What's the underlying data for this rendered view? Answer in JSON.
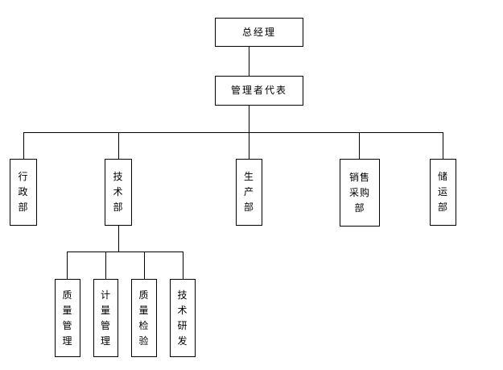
{
  "diagram": {
    "type": "org-chart",
    "background_color": "#ffffff",
    "line_color": "#000000",
    "box_border_color": "#000000",
    "text_color": "#000000",
    "nodes": {
      "general_manager": {
        "label": "总经理",
        "lines": [
          "总经理"
        ]
      },
      "management_rep": {
        "label": "管理者代表",
        "lines": [
          "管理者代表"
        ]
      },
      "admin_dept": {
        "label": "行政部",
        "lines": [
          "行",
          "政",
          "部"
        ]
      },
      "tech_dept": {
        "label": "技术部",
        "lines": [
          "技",
          "术",
          "部"
        ]
      },
      "production_dept": {
        "label": "生产部",
        "lines": [
          "生",
          "产",
          "部"
        ]
      },
      "sales_purchasing_dept": {
        "label": "销售采购部",
        "lines": [
          "销售",
          "采购",
          "部"
        ]
      },
      "storage_transport_dept": {
        "label": "储运部",
        "lines": [
          "储",
          "运",
          "部"
        ]
      },
      "quality_mgmt": {
        "label": "质量管理",
        "lines": [
          "质",
          "量",
          "管",
          "理"
        ]
      },
      "measurement_mgmt": {
        "label": "计量管理",
        "lines": [
          "计",
          "量",
          "管",
          "理"
        ]
      },
      "quality_inspection": {
        "label": "质量检验",
        "lines": [
          "质",
          "量",
          "检",
          "验"
        ]
      },
      "tech_rd": {
        "label": "技术研发",
        "lines": [
          "技",
          "术",
          "研",
          "发"
        ]
      }
    },
    "edges": [
      "general_manager -> management_rep",
      "management_rep -> admin_dept",
      "management_rep -> tech_dept",
      "management_rep -> production_dept",
      "management_rep -> sales_purchasing_dept",
      "management_rep -> storage_transport_dept",
      "tech_dept -> quality_mgmt",
      "tech_dept -> measurement_mgmt",
      "tech_dept -> quality_inspection",
      "tech_dept -> tech_rd"
    ]
  }
}
